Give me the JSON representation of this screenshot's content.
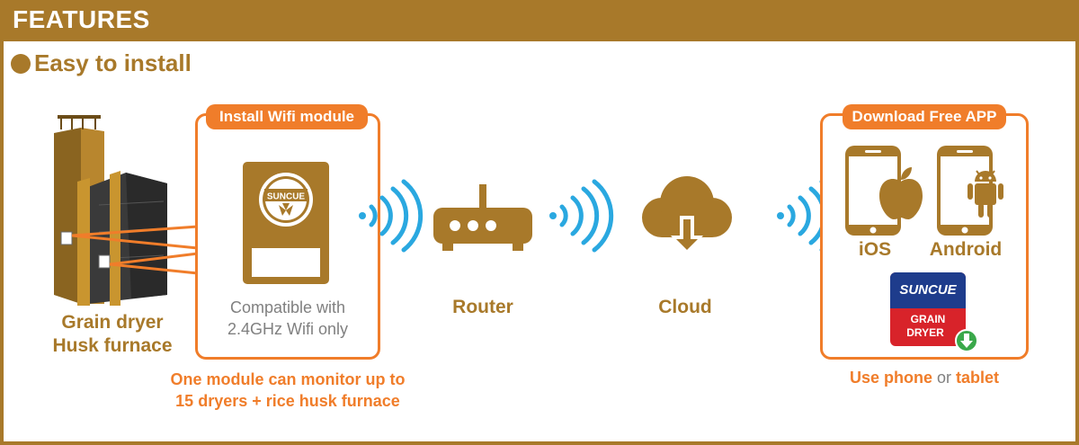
{
  "header": {
    "title": "FEATURES"
  },
  "section": {
    "subtitle": "Easy to install"
  },
  "dryer": {
    "label_line1": "Grain dryer",
    "label_line2": "Husk furnace"
  },
  "module_box": {
    "tag": "Install Wifi module",
    "logo_text": "SUNCUE",
    "caption_line1": "Compatible with",
    "caption_line2": "2.4GHz Wifi only",
    "note_line1": "One module can monitor up to",
    "note_line2": "15 dryers + rice husk furnace"
  },
  "router": {
    "label": "Router"
  },
  "cloud": {
    "label": "Cloud"
  },
  "app_box": {
    "tag": "Download Free APP",
    "ios_label": "iOS",
    "android_label": "Android",
    "app_brand": "SUNCUE",
    "app_line1": "GRAIN",
    "app_line2": "DRYER",
    "footer_phone": "Use phone",
    "footer_or": " or ",
    "footer_tablet": "tablet"
  },
  "colors": {
    "brown": "#a8792a",
    "orange": "#f07d2a",
    "blue": "#2aa8e0",
    "red": "#d8232a",
    "navy": "#1e3c8c",
    "green": "#3aa84a"
  },
  "icons": [
    "wifi-waves-icon",
    "router-icon",
    "cloud-download-icon",
    "apple-icon",
    "android-icon",
    "download-arrow-icon"
  ]
}
